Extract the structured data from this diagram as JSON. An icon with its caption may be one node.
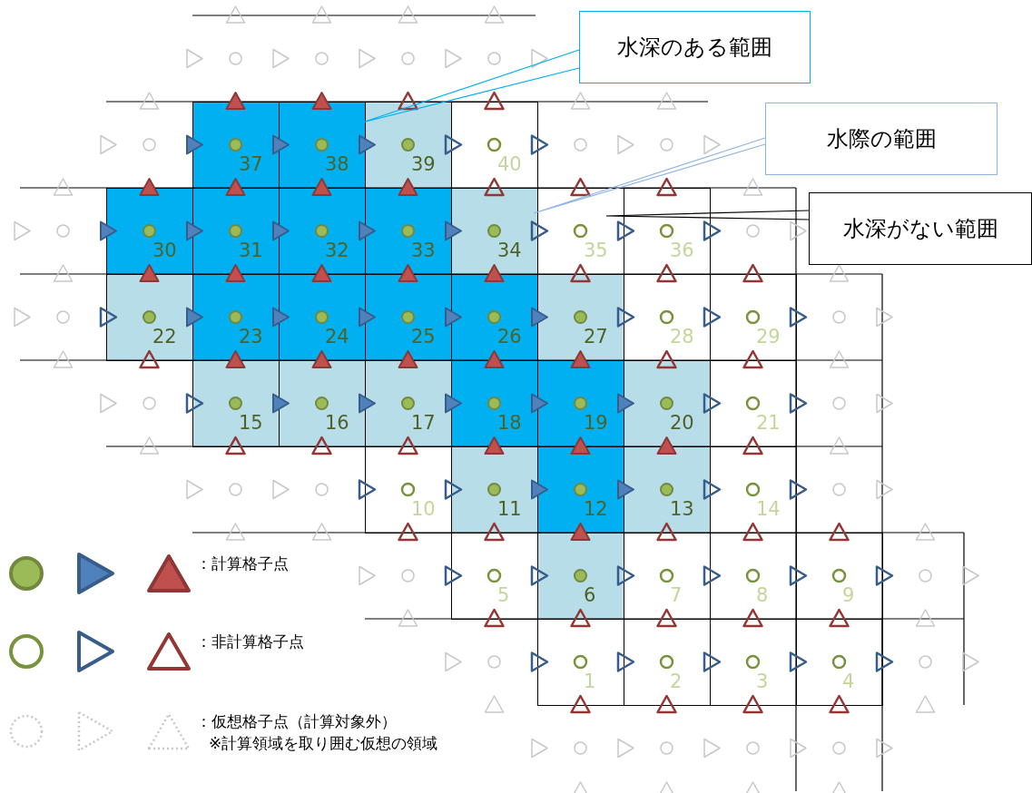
{
  "diagram": {
    "nodes": [
      {
        "text": [
          "水深のある範囲"
        ]
      },
      {
        "text": [
          "水際の範囲"
        ]
      },
      {
        "text": [
          "水深がない範囲"
        ]
      },
      {
        "text": [
          "37"
        ]
      },
      {
        "text": [
          "38"
        ]
      },
      {
        "text": [
          "39"
        ]
      },
      {
        "text": [
          "40"
        ]
      },
      {
        "text": [
          "30"
        ]
      },
      {
        "text": [
          "31"
        ]
      },
      {
        "text": [
          "32"
        ]
      },
      {
        "text": [
          "33"
        ]
      },
      {
        "text": [
          "34"
        ]
      },
      {
        "text": [
          "35"
        ]
      },
      {
        "text": [
          "36"
        ]
      },
      {
        "text": [
          "22"
        ]
      },
      {
        "text": [
          "23"
        ]
      },
      {
        "text": [
          "24"
        ]
      },
      {
        "text": [
          "25"
        ]
      },
      {
        "text": [
          "26"
        ]
      },
      {
        "text": [
          "27"
        ]
      },
      {
        "text": [
          "28"
        ]
      },
      {
        "text": [
          "29"
        ]
      },
      {
        "text": [
          "15"
        ]
      },
      {
        "text": [
          "16"
        ]
      },
      {
        "text": [
          "17"
        ]
      },
      {
        "text": [
          "18"
        ]
      },
      {
        "text": [
          "19"
        ]
      },
      {
        "text": [
          "20"
        ]
      },
      {
        "text": [
          "21"
        ]
      },
      {
        "text": [
          "10"
        ]
      },
      {
        "text": [
          "11"
        ]
      },
      {
        "text": [
          "12"
        ]
      },
      {
        "text": [
          "13"
        ]
      },
      {
        "text": [
          "14"
        ]
      },
      {
        "text": [
          "5"
        ]
      },
      {
        "text": [
          "6"
        ]
      },
      {
        "text": [
          "7"
        ]
      },
      {
        "text": [
          "8"
        ]
      },
      {
        "text": [
          "9"
        ]
      },
      {
        "text": [
          "1"
        ]
      },
      {
        "text": [
          "2"
        ]
      },
      {
        "text": [
          "3"
        ]
      },
      {
        "text": [
          "4"
        ]
      }
    ],
    "edges": [
      {
        "from": 0,
        "to": 4,
        "arrow": "none",
        "color": "#00b0f0"
      },
      {
        "from": 1,
        "to": 11,
        "arrow": "none",
        "color": "#8eb4e3"
      },
      {
        "from": 2,
        "to": 12,
        "arrow": "none",
        "color": "#000000"
      }
    ],
    "labels": [
      "※計算領域を取り囲む仮想の領域"
    ],
    "legend": [
      {
        "text": "：計算格子点"
      },
      {
        "text": "：非計算格子点"
      },
      {
        "text": "：仮想格子点（計算対象外）"
      }
    ]
  }
}
